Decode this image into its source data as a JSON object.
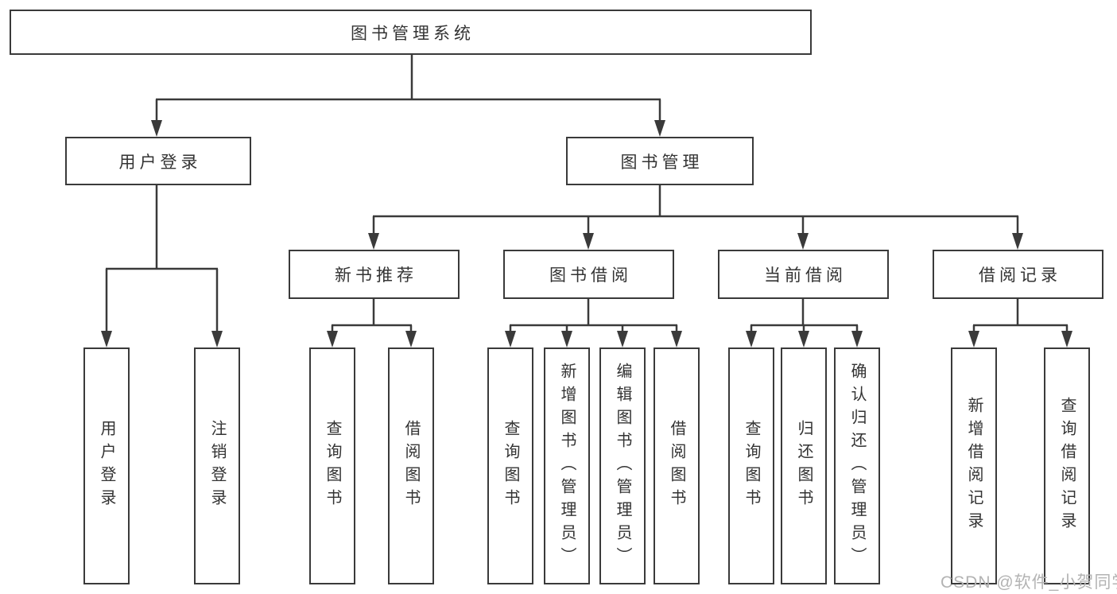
{
  "diagram": {
    "type": "function-tree",
    "title": "图书管理系统",
    "root": {
      "label": "图书管理系统"
    },
    "user_login": {
      "label": "用户登录",
      "leaves": [
        "用户登录",
        "注销登录"
      ]
    },
    "book_management": {
      "label": "图书管理",
      "sections": [
        {
          "label": "新书推荐",
          "leaves": [
            "查询图书",
            "借阅图书"
          ]
        },
        {
          "label": "图书借阅",
          "leaves": [
            "查询图书",
            "新增图书（管理员）",
            "编辑图书（管理员）",
            "借阅图书"
          ]
        },
        {
          "label": "当前借阅",
          "leaves": [
            "查询图书",
            "归还图书",
            "确认归还（管理员）"
          ]
        },
        {
          "label": "借阅记录",
          "leaves": [
            "新增借阅记录",
            "查询借阅记录"
          ]
        }
      ]
    },
    "colors": {
      "line": "#3a3a3a",
      "box_border": "#3a3a3a",
      "box_fill": "#ffffff",
      "text": "#333333",
      "background": "#ffffff",
      "watermark": "#b3b3b3"
    }
  },
  "watermark": {
    "text": "CSDN @软件_小贺同学"
  }
}
